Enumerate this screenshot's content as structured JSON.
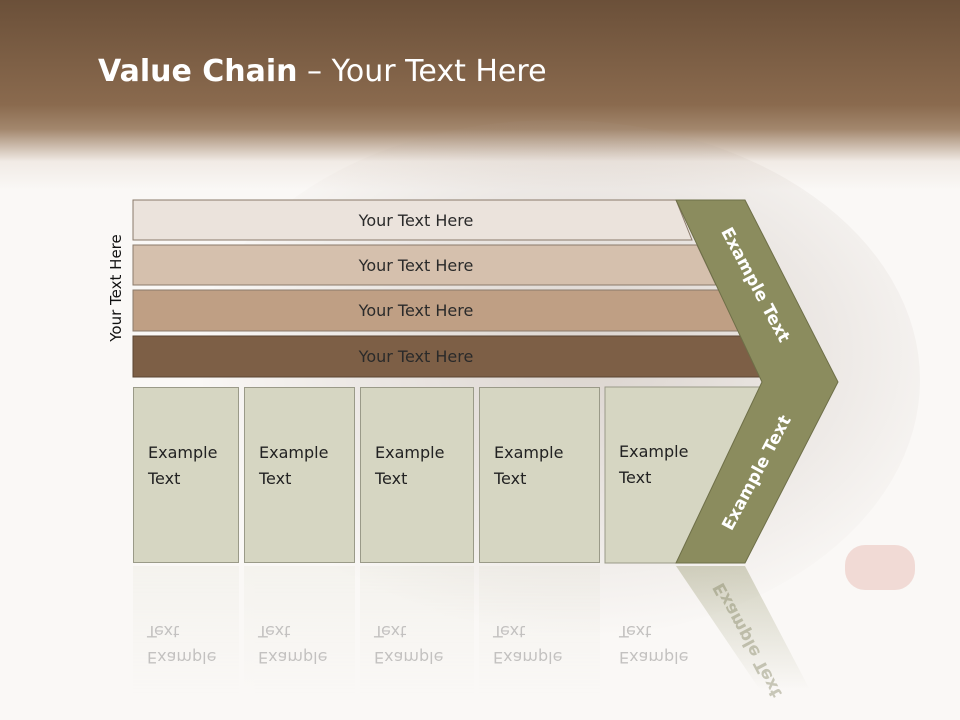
{
  "header": {
    "title_bold": "Value Chain",
    "title_rest": " – Your Text Here"
  },
  "side_label": "Your Text Here",
  "bars": [
    {
      "label": "Your Text Here",
      "color": "#ebe3dc"
    },
    {
      "label": "Your Text Here",
      "color": "#d5c0ad"
    },
    {
      "label": "Your Text Here",
      "color": "#bf9f84"
    },
    {
      "label": "Your Text Here",
      "color": "#7d5f46"
    }
  ],
  "boxes": [
    {
      "line1": "Example",
      "line2": "Text"
    },
    {
      "line1": "Example",
      "line2": "Text"
    },
    {
      "line1": "Example",
      "line2": "Text"
    },
    {
      "line1": "Example",
      "line2": "Text"
    },
    {
      "line1": "Example",
      "line2": "Text"
    }
  ],
  "chevron": {
    "upper_label": "Example Text",
    "lower_label": "Example Text",
    "color": "#8b8c5e"
  }
}
